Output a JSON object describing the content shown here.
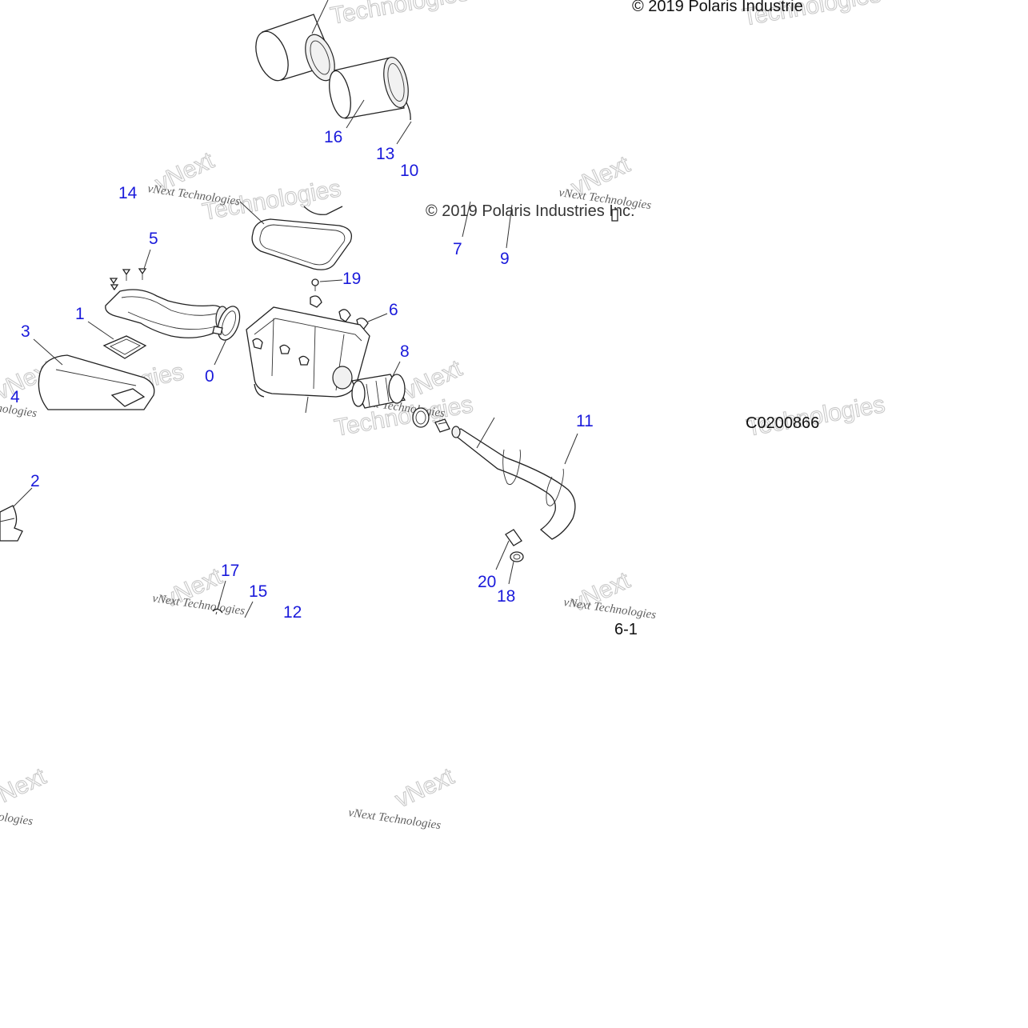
{
  "diagram": {
    "copyright_top": "© 2019 Polaris Industrie",
    "copyright_mid": "© 2019 Polaris Industries Inc.",
    "figure_code": "C0200866",
    "page_ref": "6-1",
    "watermark_brand": "vNext",
    "watermark_word": "Technologies",
    "watermark_small": "vNext Technologies",
    "callouts": [
      "16",
      "13",
      "10",
      "14",
      "7",
      "9",
      "5",
      "19",
      "6",
      "1",
      "3",
      "0",
      "8",
      "4",
      "11",
      "2",
      "20",
      "18",
      "17",
      "15",
      "12"
    ],
    "callout_color": "#1a1adb"
  }
}
